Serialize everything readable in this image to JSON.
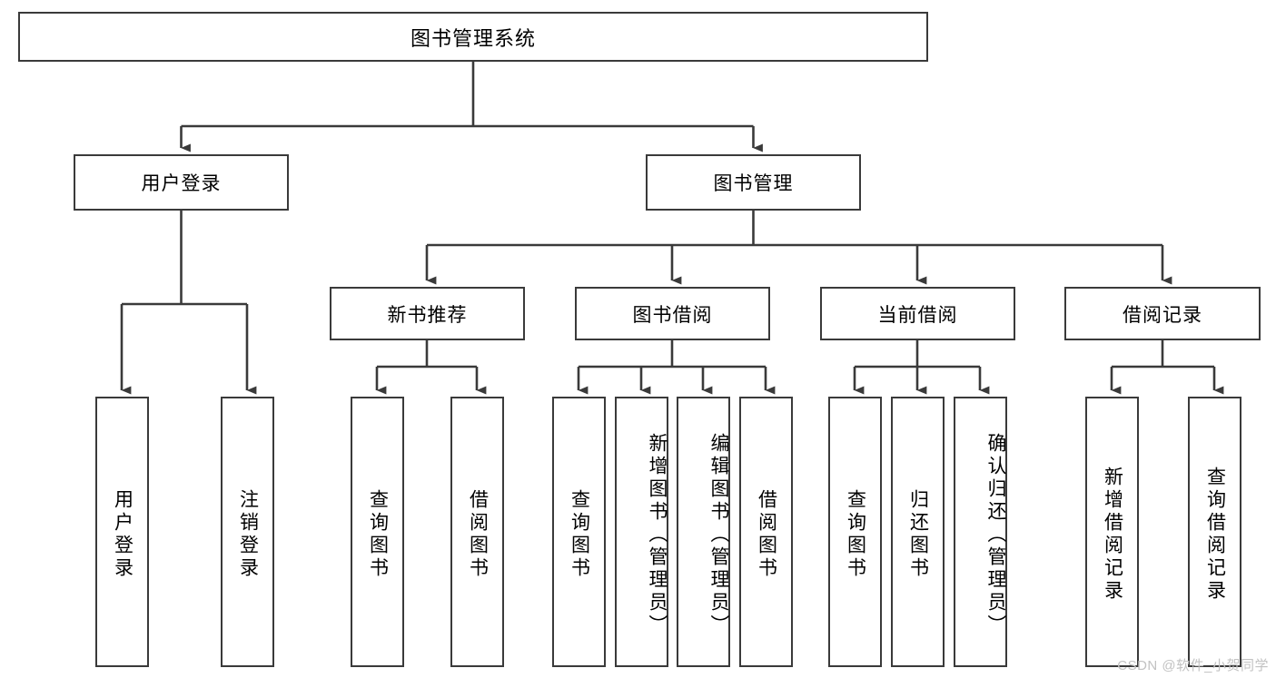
{
  "diagram": {
    "kind": "functional-structure-tree",
    "root": {
      "label": "图书管理系统"
    },
    "level2": [
      {
        "label": "用户登录"
      },
      {
        "label": "图书管理"
      }
    ],
    "level3": [
      {
        "label": "新书推荐"
      },
      {
        "label": "图书借阅"
      },
      {
        "label": "当前借阅"
      },
      {
        "label": "借阅记录"
      }
    ],
    "leaves": {
      "user_login": [
        {
          "label": "用户登录"
        },
        {
          "label": "注销登录"
        }
      ],
      "new_book_recommend": [
        {
          "label": "查询图书"
        },
        {
          "label": "借阅图书"
        }
      ],
      "book_borrow": [
        {
          "label": "查询图书"
        },
        {
          "label": "新增图书（管理员）"
        },
        {
          "label": "编辑图书（管理员）"
        },
        {
          "label": "借阅图书"
        }
      ],
      "current_borrow": [
        {
          "label": "查询图书"
        },
        {
          "label": "归还图书"
        },
        {
          "label": "确认归还（管理员）"
        }
      ],
      "borrow_record": [
        {
          "label": "新增借阅记录"
        },
        {
          "label": "查询借阅记录"
        }
      ]
    }
  },
  "watermark": {
    "text": "CSDN @软件_小贺同学"
  },
  "colors": {
    "stroke": "#3a3a3a",
    "fill": "#ffffff",
    "text": "#000000",
    "watermark": "#c2c2c2"
  }
}
